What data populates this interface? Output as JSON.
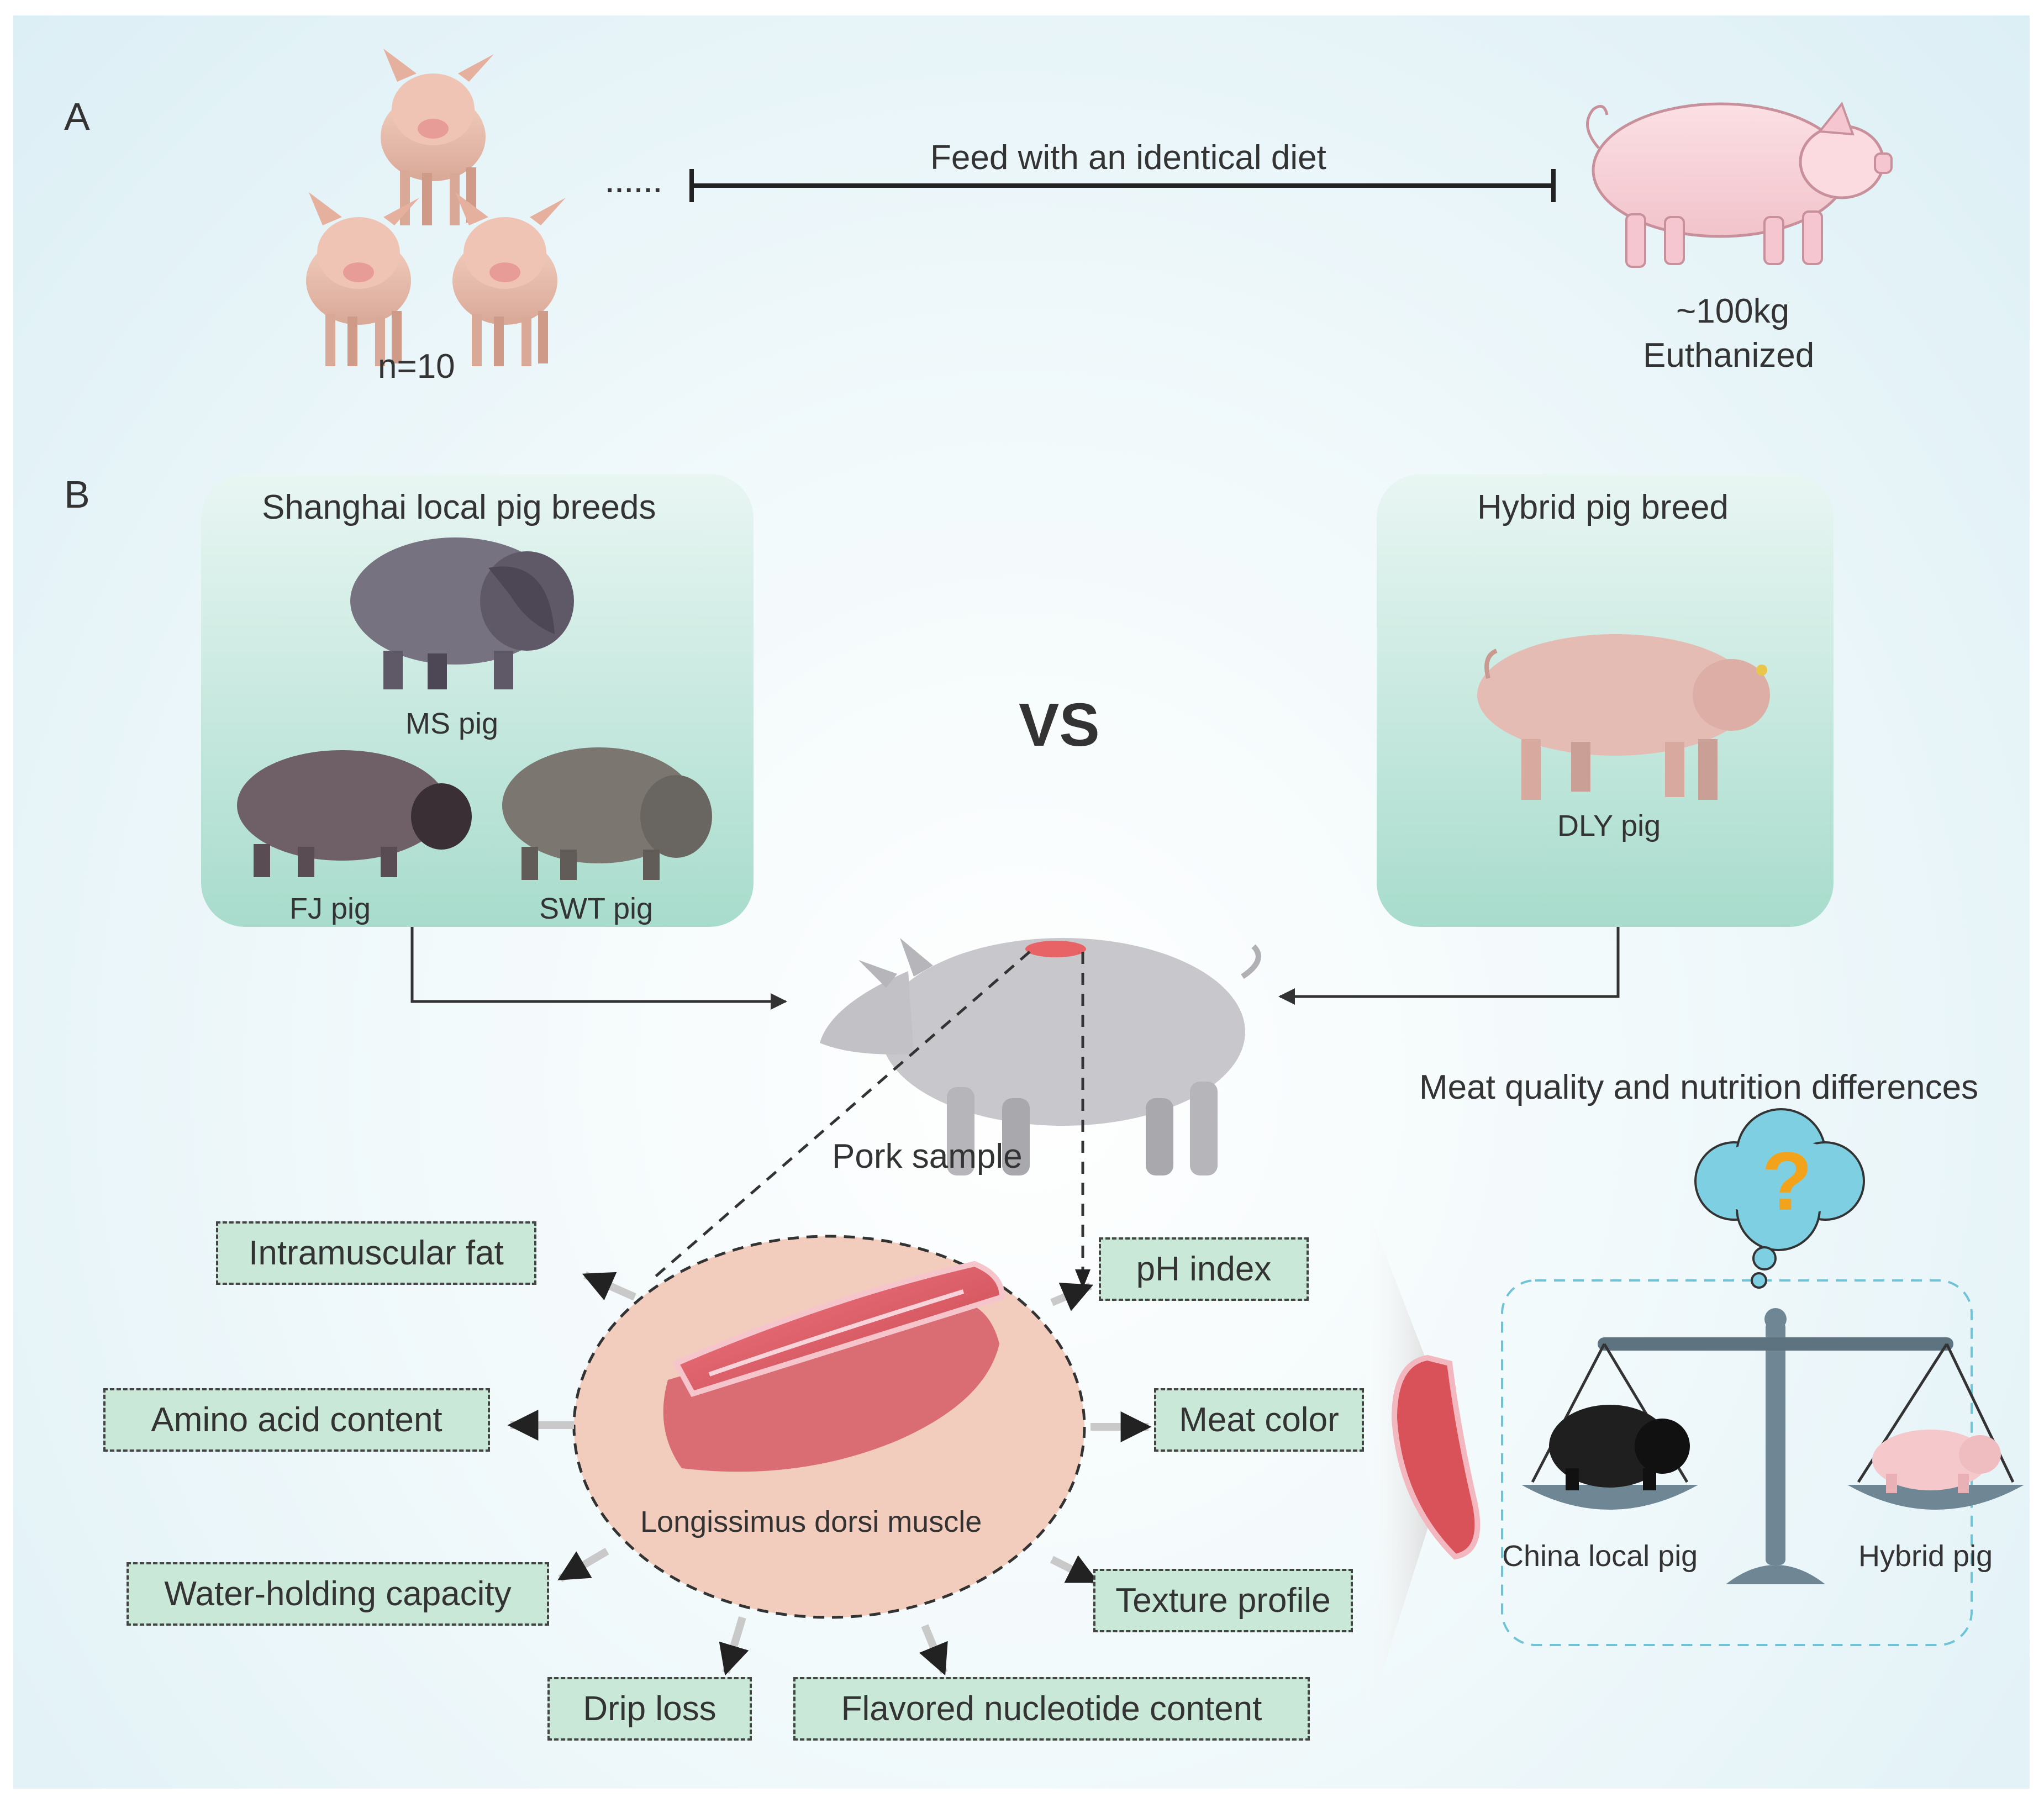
{
  "panel_a": {
    "letter": "A",
    "piglet_count": "n=10",
    "dots": "......",
    "timeline_label": "Feed with an identical diet",
    "weight": "~100kg",
    "outcome": "Euthanized"
  },
  "panel_b": {
    "letter": "B",
    "local_group": {
      "title": "Shanghai local pig breeds",
      "breeds": [
        "MS pig",
        "FJ pig",
        "SWT pig"
      ]
    },
    "vs": "VS",
    "hybrid_group": {
      "title": "Hybrid pig breed",
      "breeds": [
        "DLY pig"
      ]
    },
    "sample_label": "Pork sample",
    "muscle_label": "Longissimus dorsi muscle",
    "metrics": [
      "Intramuscular fat",
      "pH index",
      "Amino acid content",
      "Meat color",
      "Water-holding capacity",
      "Texture profile",
      "Drip loss",
      "Flavored nucleotide content"
    ],
    "comparison": {
      "title": "Meat quality and nutrition differences",
      "question_mark": "?",
      "left_label": "China local pig",
      "right_label": "Hybrid pig"
    }
  },
  "colors": {
    "box_green": "#a8dccc",
    "metric_fill": "#c9e8d8",
    "meat_red": "#d9525a",
    "oval_fill": "#f2cdbd",
    "cloud_fill": "#7fcfe3",
    "question_orange": "#f2a31b",
    "scale_gray": "#6f8794"
  }
}
